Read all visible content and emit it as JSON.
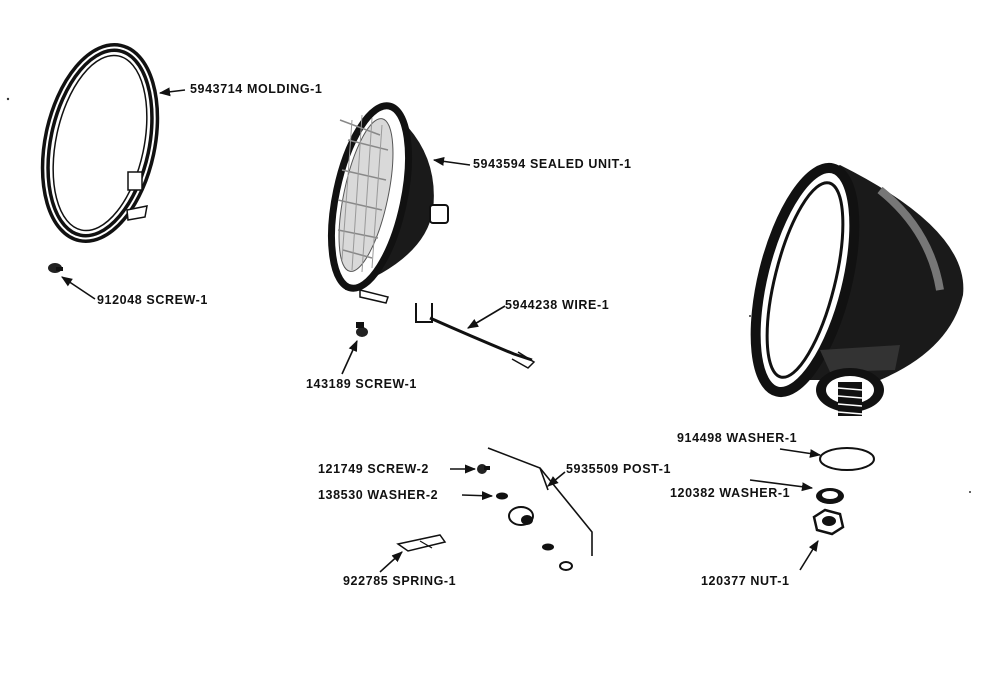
{
  "ink_color": "#111111",
  "paper_color": "#ffffff",
  "parts": [
    {
      "id": "molding",
      "part_no": "5943714",
      "name": "MOLDING-1"
    },
    {
      "id": "sealed-unit",
      "part_no": "5943594",
      "name": "SEALED UNIT-1"
    },
    {
      "id": "screw-912048",
      "part_no": "912048",
      "name": "SCREW-1"
    },
    {
      "id": "wire",
      "part_no": "5944238",
      "name": "WIRE-1"
    },
    {
      "id": "screw-143189",
      "part_no": "143189",
      "name": "SCREW-1"
    },
    {
      "id": "washer-914498",
      "part_no": "914498",
      "name": "WASHER-1"
    },
    {
      "id": "screw-121749",
      "part_no": "121749",
      "name": "SCREW-2"
    },
    {
      "id": "post",
      "part_no": "5935509",
      "name": "POST-1"
    },
    {
      "id": "washer-138530",
      "part_no": "138530",
      "name": "WASHER-2"
    },
    {
      "id": "washer-120382",
      "part_no": "120382",
      "name": "WASHER-1"
    },
    {
      "id": "spring",
      "part_no": "922785",
      "name": "SPRING-1"
    },
    {
      "id": "nut",
      "part_no": "120377",
      "name": "NUT-1"
    }
  ]
}
